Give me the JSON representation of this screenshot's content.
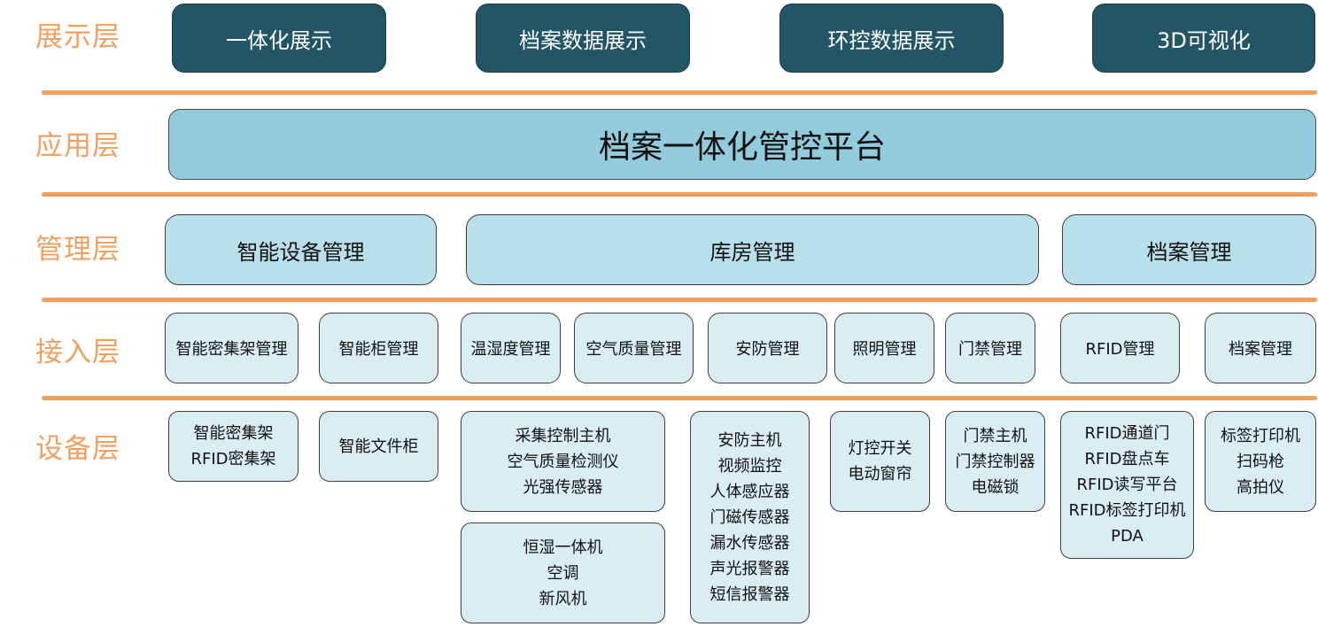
{
  "layers": {
    "display": "展示层",
    "application": "应用层",
    "management": "管理层",
    "access": "接入层",
    "device": "设备层"
  },
  "display_boxes": [
    "一体化展示",
    "档案数据展示",
    "环控数据展示",
    "3D可视化"
  ],
  "platform": "档案一体化管控平台",
  "management_boxes": [
    "智能设备管理",
    "库房管理",
    "档案管理"
  ],
  "access_boxes": [
    "智能密集架管理",
    "智能柜管理",
    "温湿度管理",
    "空气质量管理",
    "安防管理",
    "照明管理",
    "门禁管理",
    "RFID管理",
    "档案管理"
  ],
  "device_groups": [
    [
      "智能密集架",
      "RFID密集架"
    ],
    [
      "智能文件柜"
    ],
    [
      "采集控制主机",
      "空气质量检测仪",
      "光强传感器"
    ],
    [
      "恒湿一体机",
      "空调",
      "新风机"
    ],
    [
      "安防主机",
      "视频监控",
      "人体感应器",
      "门磁传感器",
      "漏水传感器",
      "声光报警器",
      "短信报警器"
    ],
    [
      "灯控开关",
      "电动窗帘"
    ],
    [
      "门禁主机",
      "门禁控制器",
      "电磁锁"
    ],
    [
      "RFID通道门",
      "RFID盘点车",
      "RFID读写平台",
      "RFID标签打印机",
      "PDA"
    ],
    [
      "标签打印机",
      "扫码枪",
      "高拍仪"
    ]
  ],
  "colors": {
    "label": "#f0a060",
    "separator": "#f2a05c",
    "display_box": "#225667",
    "platform": "#92cbdb",
    "management": "#b9dfea",
    "access": "#d9edf3"
  }
}
